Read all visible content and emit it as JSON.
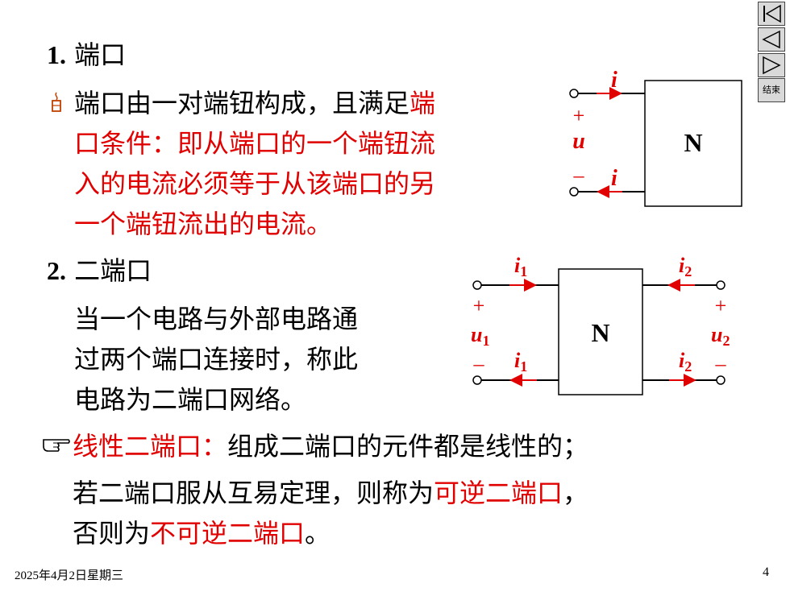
{
  "nav": {
    "end_label": "结束"
  },
  "section1": {
    "heading_num": "1.",
    "heading_text": "端口",
    "bullet_icon": "candle-icon",
    "line1_black": "端口由一对端钮构成，且满足",
    "line1_red": "端",
    "line2": "口条件：即从端口的一个端钮流",
    "line3": "入的电流必须等于从该端口的另",
    "line4": "一个端钮流出的电流。"
  },
  "section2": {
    "heading_num": "2.",
    "heading_text": "二端口",
    "line1": "当一个电路与外部电路通",
    "line2": "过两个端口连接时，称此",
    "line3": "电路为二端口网络。"
  },
  "note": {
    "icon": "pointing-hand-icon",
    "line1_red": "线性二端口：",
    "line1_black": "组成二端口的元件都是线性的；",
    "line2_black": "若二端口服从互易定理，则称为",
    "line2_red": "可逆二端口",
    "line2_end": "，",
    "line3_black": "否则为",
    "line3_red": "不可逆二端口",
    "line3_end": "。"
  },
  "diagram1": {
    "box_label": "N",
    "current_top": "i",
    "current_bottom": "i",
    "voltage": "u",
    "plus": "+",
    "minus": "–"
  },
  "diagram2": {
    "box_label": "N",
    "i1_top": "i",
    "i1_top_sub": "1",
    "i1_bottom": "i",
    "i1_bottom_sub": "1",
    "i2_top": "i",
    "i2_top_sub": "2",
    "i2_bottom": "i",
    "i2_bottom_sub": "2",
    "u1": "u",
    "u1_sub": "1",
    "u2": "u",
    "u2_sub": "2",
    "plus": "+",
    "minus": "–"
  },
  "footer": {
    "date": "2025年4月2日星期三",
    "page": "4"
  },
  "colors": {
    "accent_red": "#e00000",
    "nav_gray": "#d9d9d9"
  }
}
